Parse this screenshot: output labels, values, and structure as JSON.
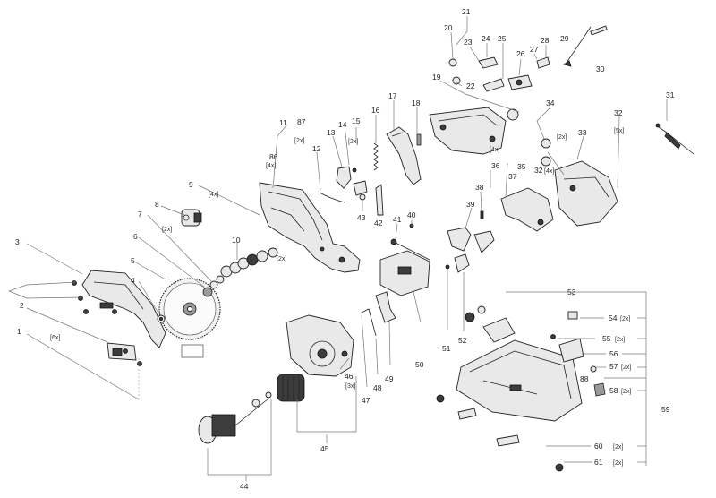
{
  "labels": {
    "l1": "1",
    "l2": "2",
    "l3": "3",
    "l4": "4",
    "l5": "5",
    "l6": "6",
    "l7": "7",
    "l8": "8",
    "l9": "9",
    "l10": "10",
    "l11": "11",
    "l12": "12",
    "l13": "13",
    "l14": "14",
    "l15": "15",
    "l16": "16",
    "l17": "17",
    "l18": "18",
    "l19": "19",
    "l20": "20",
    "l21": "21",
    "l22": "22",
    "l23": "23",
    "l24": "24",
    "l25": "25",
    "l26": "26",
    "l27": "27",
    "l28": "28",
    "l29": "29",
    "l30": "30",
    "l31": "31",
    "l32a": "32",
    "l32b": "32",
    "l33": "33",
    "l34": "34",
    "l35": "35",
    "l36": "36",
    "l37": "37",
    "l38": "38",
    "l39": "39",
    "l40": "40",
    "l41": "41",
    "l42": "42",
    "l43": "43",
    "l44": "44",
    "l45": "45",
    "l46": "46",
    "l47": "47",
    "l48": "48",
    "l49": "49",
    "l50": "50",
    "l51": "51",
    "l52": "52",
    "l53": "53",
    "l54": "54",
    "l55": "55",
    "l56": "56",
    "l57": "57",
    "l58": "58",
    "l59": "59",
    "l60": "60",
    "l61": "61",
    "l86": "86",
    "l87": "87",
    "l88": "88"
  },
  "quantities": {
    "q1": "[6x]",
    "q7": "[2x]",
    "q9": "[4x]",
    "q10": "[2x]",
    "q15": "[2x]",
    "q32a": "[5x]",
    "q32b": "[4x]",
    "q34": "[2x]",
    "q36": "[4x]",
    "q46": "[3x]",
    "q54": "[2x]",
    "q55": "[2x]",
    "q57": "[2x]",
    "q58": "[2x]",
    "q60": "[2x]",
    "q61": "[2x]",
    "q86": "[4x]",
    "q87": "[2x]"
  }
}
